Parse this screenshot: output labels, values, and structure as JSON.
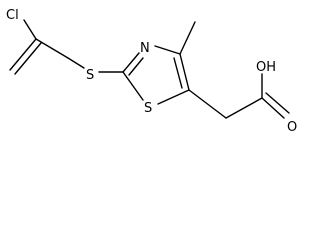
{
  "molecule": {
    "atoms": {
      "chlorine": "Cl",
      "sulfur_thioether": "S",
      "ring_sulfur": "S",
      "ring_nitrogen": "N",
      "hydroxyl": "OH",
      "carbonyl_oxygen": "O"
    }
  }
}
